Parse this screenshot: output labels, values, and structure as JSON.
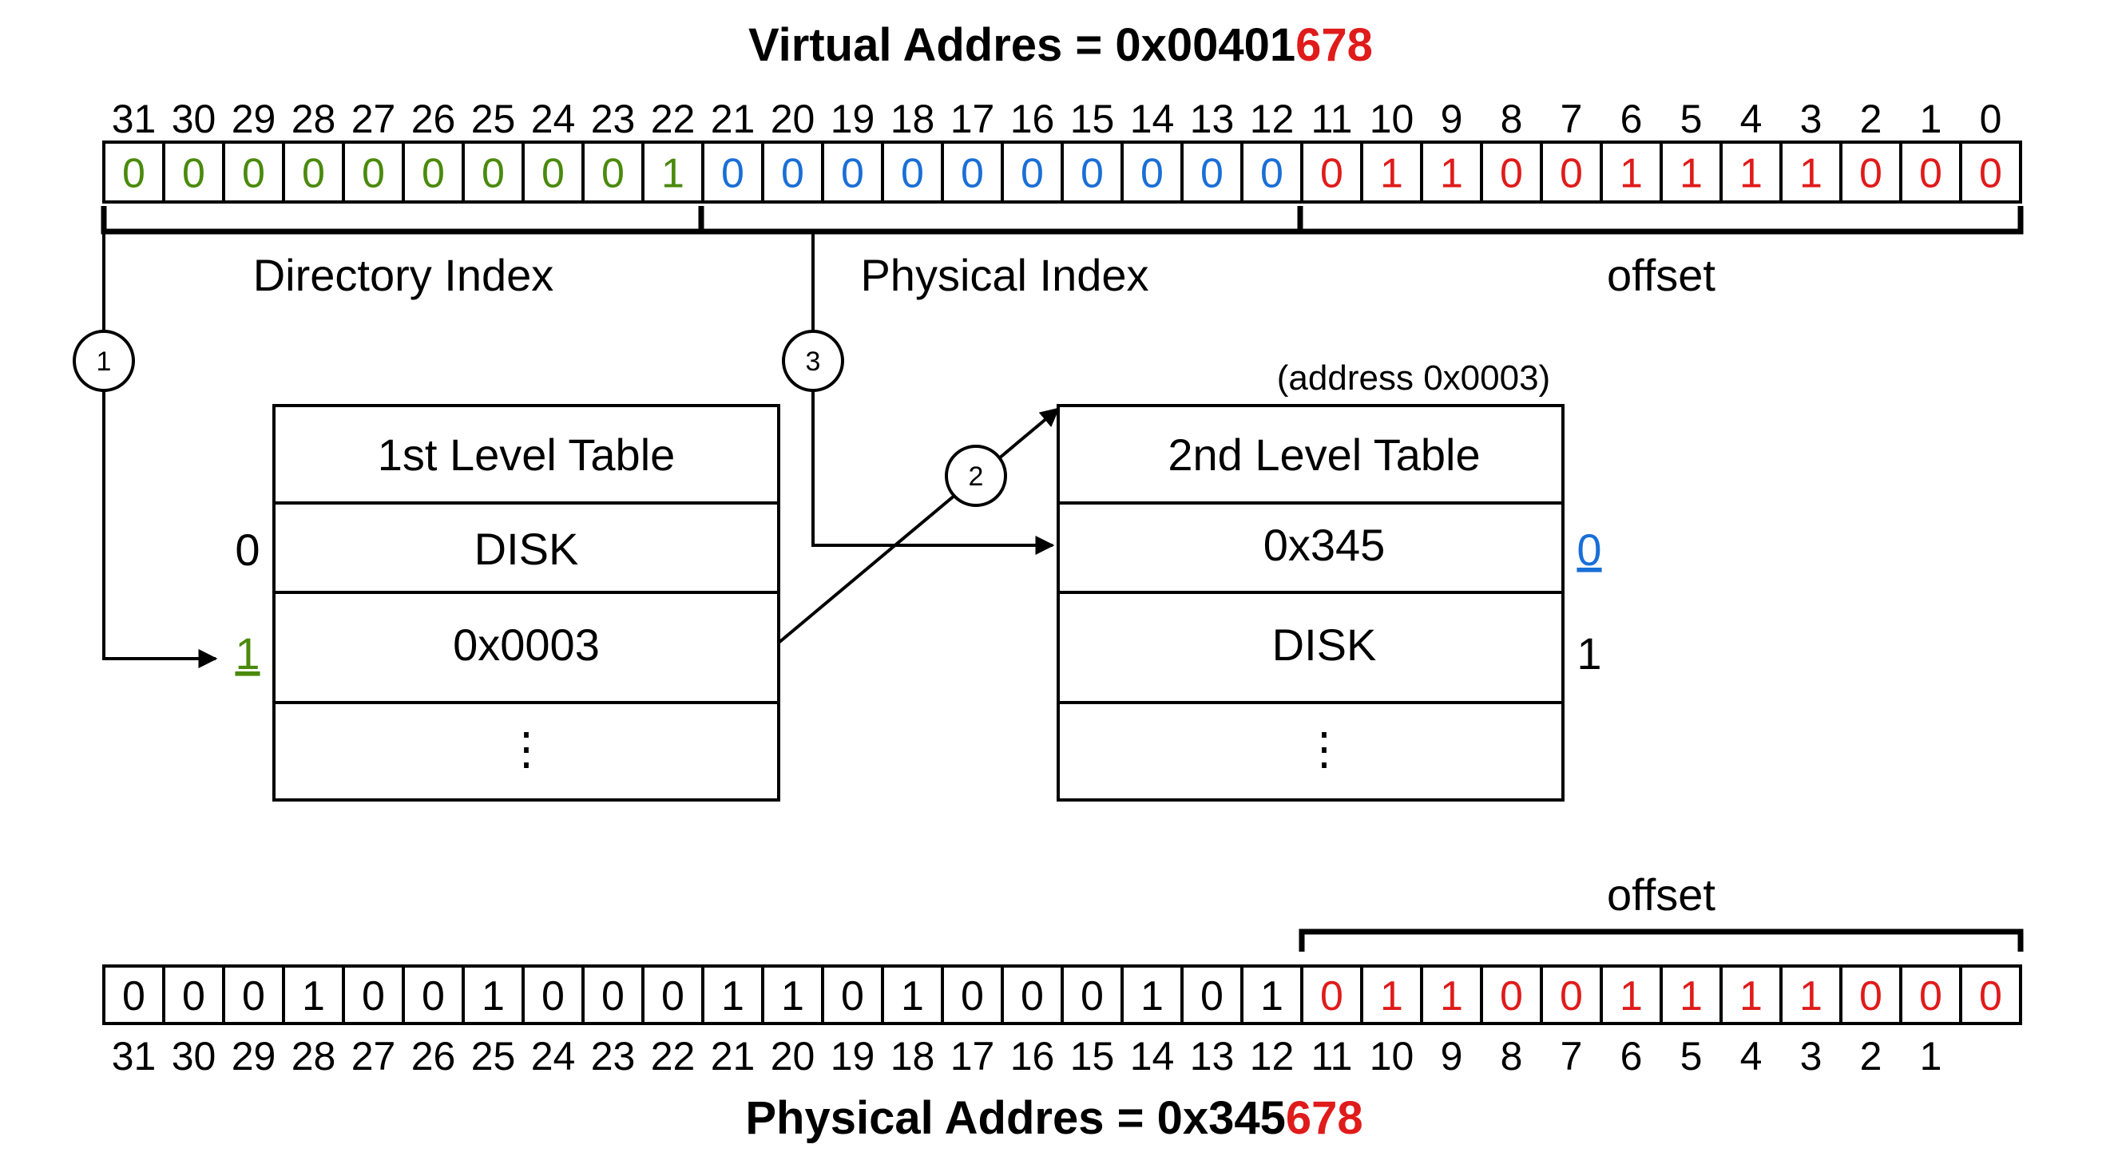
{
  "virtual_address": {
    "prefix": "Virtual Addres = 0x00401",
    "suffix": "678"
  },
  "physical_address": {
    "prefix": "Physical Addres = 0x345",
    "suffix": "678"
  },
  "colors": {
    "directory": "#4a8a0c",
    "physical": "#1a6fd6",
    "offset": "#e01b1b",
    "black": "#000000"
  },
  "top_bit_numbers": [
    "31",
    "30",
    "29",
    "28",
    "27",
    "26",
    "25",
    "24",
    "23",
    "22",
    "21",
    "20",
    "19",
    "18",
    "17",
    "16",
    "15",
    "14",
    "13",
    "12",
    "11",
    "10",
    "9",
    "8",
    "7",
    "6",
    "5",
    "4",
    "3",
    "2",
    "1",
    "0"
  ],
  "bottom_bit_numbers": [
    "31",
    "30",
    "29",
    "28",
    "27",
    "26",
    "25",
    "24",
    "23",
    "22",
    "21",
    "20",
    "19",
    "18",
    "17",
    "16",
    "15",
    "14",
    "13",
    "12",
    "11",
    "10",
    "9",
    "8",
    "7",
    "6",
    "5",
    "4",
    "3",
    "2",
    "1",
    ""
  ],
  "virtual_bits": [
    "0",
    "0",
    "0",
    "0",
    "0",
    "0",
    "0",
    "0",
    "0",
    "1",
    "0",
    "0",
    "0",
    "0",
    "0",
    "0",
    "0",
    "0",
    "0",
    "0",
    "0",
    "1",
    "1",
    "0",
    "0",
    "1",
    "1",
    "1",
    "1",
    "0",
    "0",
    "0"
  ],
  "physical_bits": [
    "0",
    "0",
    "0",
    "1",
    "0",
    "0",
    "1",
    "0",
    "0",
    "0",
    "1",
    "1",
    "0",
    "1",
    "0",
    "0",
    "0",
    "1",
    "0",
    "1",
    "0",
    "1",
    "1",
    "0",
    "0",
    "1",
    "1",
    "1",
    "1",
    "0",
    "0",
    "0"
  ],
  "labels": {
    "directory_index": "Directory Index",
    "physical_index": "Physical Index",
    "offset": "offset",
    "offset_bottom": "offset"
  },
  "steps": [
    "1",
    "2",
    "3"
  ],
  "table1": {
    "title": "1st Level Table",
    "rows": [
      "DISK",
      "0x0003",
      "⋮"
    ],
    "indices": [
      "0",
      "1"
    ]
  },
  "table2": {
    "title": "2nd Level Table",
    "note": "(address 0x0003)",
    "rows": [
      "0x345",
      "DISK",
      "⋮"
    ],
    "indices": [
      "0",
      "1"
    ]
  }
}
